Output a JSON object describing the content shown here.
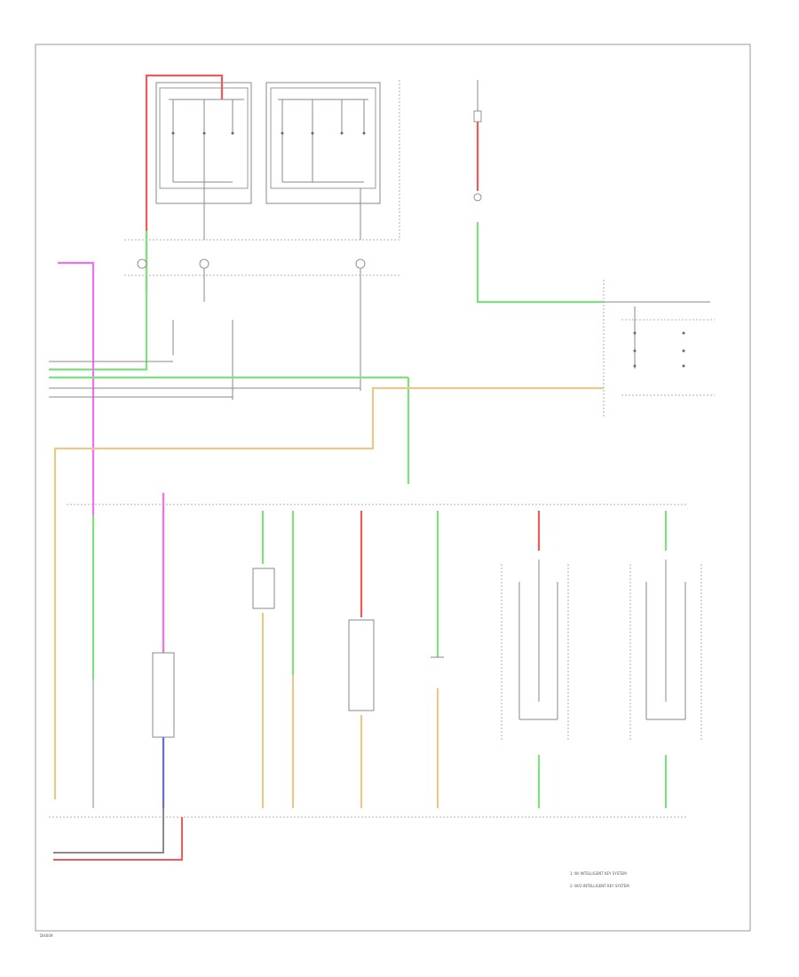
{
  "colors": {
    "red": "#f05a5a",
    "green": "#7ee07e",
    "pink": "#f070f0",
    "tan": "#e8c98a",
    "gray": "#8a8a8a"
  },
  "footer": {
    "code": "DI4009"
  },
  "labels": {
    "notes": [
      "1: W/ INTELLIGENT KEY SYSTEM",
      "2: W/O INTELLIGENT KEY SYSTEM"
    ]
  }
}
